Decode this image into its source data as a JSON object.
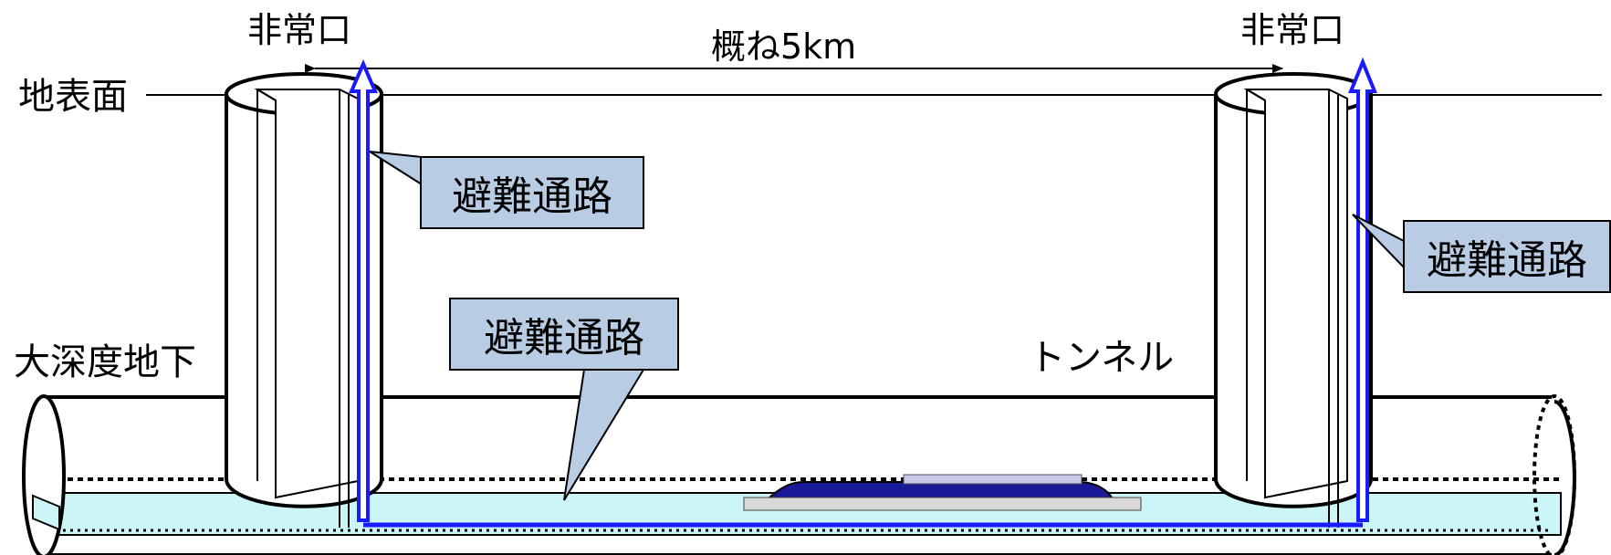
{
  "labels": {
    "emergency_exit_left": "非常口",
    "emergency_exit_right": "非常口",
    "distance": "概ね5km",
    "ground_surface": "地表面",
    "deep_underground": "大深度地下",
    "tunnel": "トンネル"
  },
  "callouts": {
    "left_shaft": "避難通路",
    "tunnel_floor": "避難通路",
    "right_shaft": "避難通路"
  },
  "colors": {
    "callout_fill": "#b8cce4",
    "evacuation_route": "#1a1aff",
    "tunnel_floor": "#ccf5f7",
    "train_body": "#1a1a99",
    "outline": "#000000"
  }
}
